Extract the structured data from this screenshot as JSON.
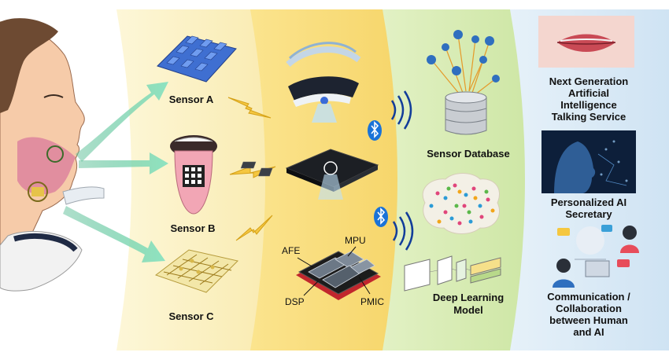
{
  "sensors": {
    "a": "Sensor A",
    "b": "Sensor B",
    "c": "Sensor C"
  },
  "chip": {
    "afe": "AFE",
    "mpu": "MPU",
    "dsp": "DSP",
    "pmic": "PMIC"
  },
  "data_panel": {
    "database": "Sensor Database",
    "model_line1": "Deep Learning",
    "model_line2": "Model"
  },
  "services": {
    "talking": [
      "Next Generation",
      "Artificial",
      "Intelligence",
      "Talking Service"
    ],
    "secretary": [
      "Personalized AI",
      "Secretary"
    ],
    "collab": [
      "Communication /",
      "Collaboration",
      "between Human",
      "and AI"
    ]
  },
  "colors": {
    "panel_yellow_light": "#fbf3c6",
    "panel_yellow": "#f7dd7a",
    "panel_green": "#d5ebb0",
    "panel_blue": "#d7e9f5",
    "arrow_teal": "#7ed3b2",
    "bluetooth": "#1a73d8"
  },
  "icons": [
    "face-profile-illustration",
    "sensor-a-patch",
    "tongue-sensor",
    "sensor-c-circuit",
    "headset-device",
    "pcb-board",
    "processor-chip",
    "bluetooth-icon",
    "wireless-signal-icon",
    "database-icon",
    "brain-network-icon",
    "lips-photo",
    "ai-face-photo",
    "human-ai-collaboration-illustration"
  ]
}
